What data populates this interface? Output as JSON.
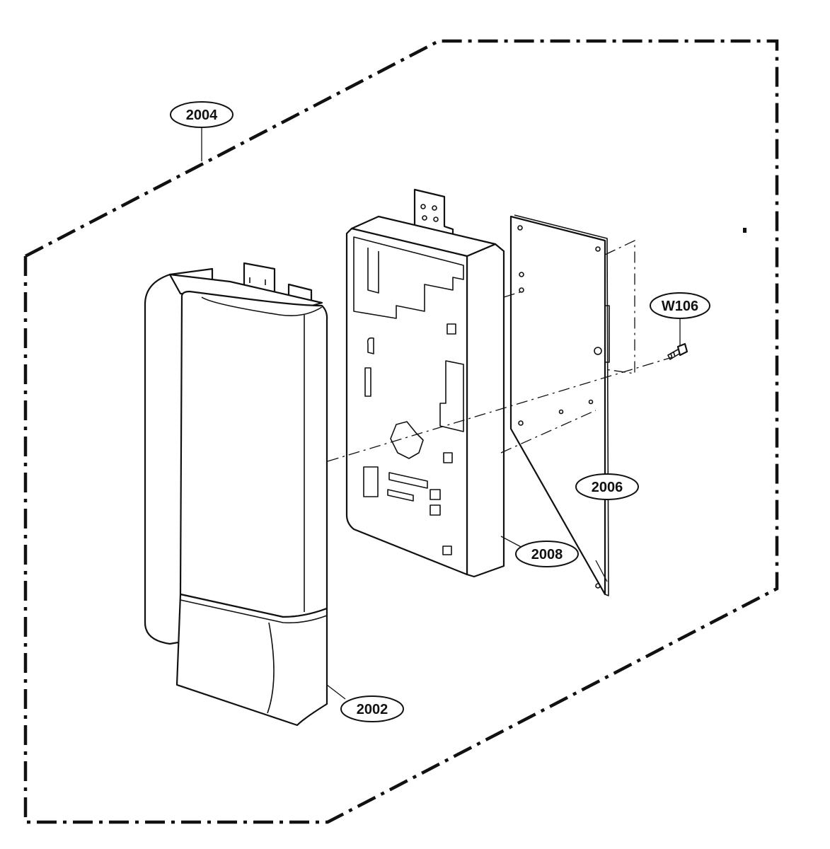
{
  "callouts": {
    "c2004": "2004",
    "c2006": "2006",
    "c2008": "2008",
    "c2002": "2002",
    "cW106": "W106"
  }
}
